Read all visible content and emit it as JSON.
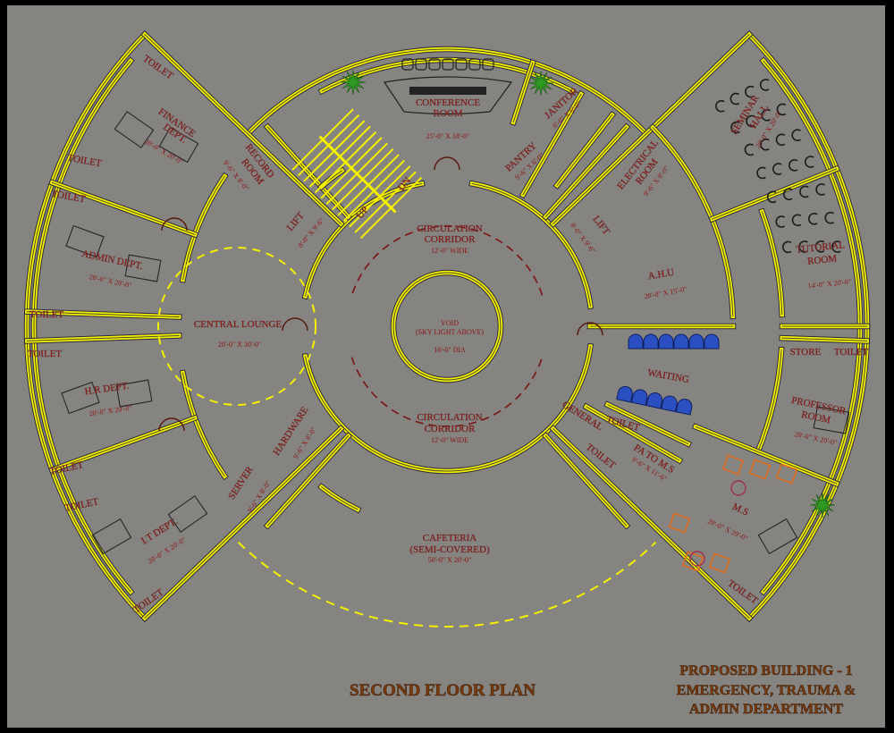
{
  "title": "SECOND FLOOR PLAN",
  "title_block": [
    "PROPOSED BUILDING - 1",
    "EMERGENCY, TRAUMA &",
    "ADMIN DEPARTMENT"
  ],
  "toilet": "TOILET",
  "store": "STORE",
  "rooms": {
    "finance": {
      "name": [
        "FINANCE",
        "DEPT."
      ],
      "dim": "20'-0\" X 20'-0\""
    },
    "admin": {
      "name": [
        "ADMIN DEPT."
      ],
      "dim": "20'-0\" X 20'-0\""
    },
    "hr": {
      "name": [
        "H.R DEPT."
      ],
      "dim": "20'-0\" X 20'-0\""
    },
    "it": {
      "name": [
        "I.T DEPT."
      ],
      "dim": "20'-0\" X 20'-0\""
    },
    "lounge": {
      "name": [
        "CENTRAL LOUNGE"
      ],
      "dim": "20'-0\" X 30'-0\""
    },
    "record": {
      "name": [
        "RECORD",
        "ROOM"
      ],
      "dim": "9'-6\" X 8'-0\""
    },
    "lift_left": {
      "name": [
        "LIFT"
      ],
      "dim": "8'-0\" X 9'-6\""
    },
    "stairs": {
      "up": "UP",
      "dn": "DN"
    },
    "server": {
      "name": [
        "SERVER"
      ],
      "dim": "9'-6\" X 8'-0\""
    },
    "hardware": {
      "name": [
        "HARDWARE"
      ],
      "dim": "9'-6\" X 8'-0\""
    },
    "conference": {
      "name": [
        "CONFERENCE",
        "ROOM"
      ],
      "dim": "25'-0\" X 18'-0\""
    },
    "pantry": {
      "name": [
        "PANTRY"
      ],
      "dim": "9'-6\" X 6'-0\""
    },
    "janitor": {
      "name": [
        "JANITOR"
      ],
      "dim": "6'-0\" X 6'-0\""
    },
    "electrical": {
      "name": [
        "ELECTRICAL",
        "ROOM"
      ],
      "dim": "9'-6\" X 8'-0\""
    },
    "lift_right": {
      "name": [
        "LIFT"
      ],
      "dim": "8'-0\" X 9'-6\""
    },
    "ahu": {
      "name": [
        "A.H.U"
      ],
      "dim": "20'-0\" X 15'-0\""
    },
    "seminar": {
      "name": [
        "SEMINAR",
        "HALL"
      ],
      "dim": "20'-0\" X 20'-0\""
    },
    "tutorial": {
      "name": [
        "TUTORIAL",
        "ROOM"
      ],
      "dim": "14'-0\" X 20'-0\""
    },
    "professor": {
      "name": [
        "PROFESSOR",
        "ROOM"
      ],
      "dim": "20'-0\" X 20'-0\""
    },
    "waiting": {
      "name": [
        "WAITING"
      ]
    },
    "general_toilet": {
      "name": [
        "GENERAL"
      ]
    },
    "pa_ms": {
      "name": [
        "PA TO M.S"
      ],
      "dim": "9'-6\" X 11'-6\""
    },
    "ms": {
      "name": [
        "M.S"
      ],
      "dim": "20'-0\" X 20'-0\""
    },
    "corridor_top": {
      "name": [
        "CIRCULATION",
        "CORRIDOR"
      ],
      "dim": "12'-0\" WIDE"
    },
    "corridor_bottom": {
      "name": [
        "CIRCULATION",
        "CORRIDOR"
      ],
      "dim": "12'-0\" WIDE"
    },
    "void": {
      "name": [
        "VOID",
        "(SKY LIGHT ABOVE)"
      ],
      "dim": "16'-0\" DIA"
    },
    "cafeteria": {
      "name": [
        "CAFETERIA",
        "(SEMI-COVERED)"
      ],
      "dim": "50'-0\" X 20'-0\""
    }
  },
  "colors": {
    "background": "#858481",
    "wall": "#f4f000",
    "label": "#8e1313",
    "title": "#7a3a0c",
    "seat": "#2a4fc0",
    "plant": "#2f9a22",
    "door": "#5a1a10"
  }
}
